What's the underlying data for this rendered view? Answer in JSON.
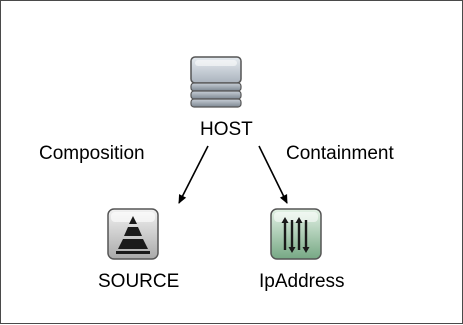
{
  "nodes": {
    "host": {
      "label": "HOST",
      "icon": "database-server-icon"
    },
    "source": {
      "label": "SOURCE",
      "icon": "triangle-stack-icon"
    },
    "ipaddress": {
      "label": "IpAddress",
      "icon": "parallel-arrows-icon"
    }
  },
  "edges": {
    "composition": {
      "label": "Composition",
      "from": "HOST",
      "to": "SOURCE"
    },
    "containment": {
      "label": "Containment",
      "from": "HOST",
      "to": "IpAddress"
    }
  },
  "colors": {
    "border": "#4a4a4a",
    "host_icon": "#9aa3ad",
    "source_icon": "#b9b9b9",
    "ip_icon": "#8fbf9a",
    "edge": "#000000"
  }
}
